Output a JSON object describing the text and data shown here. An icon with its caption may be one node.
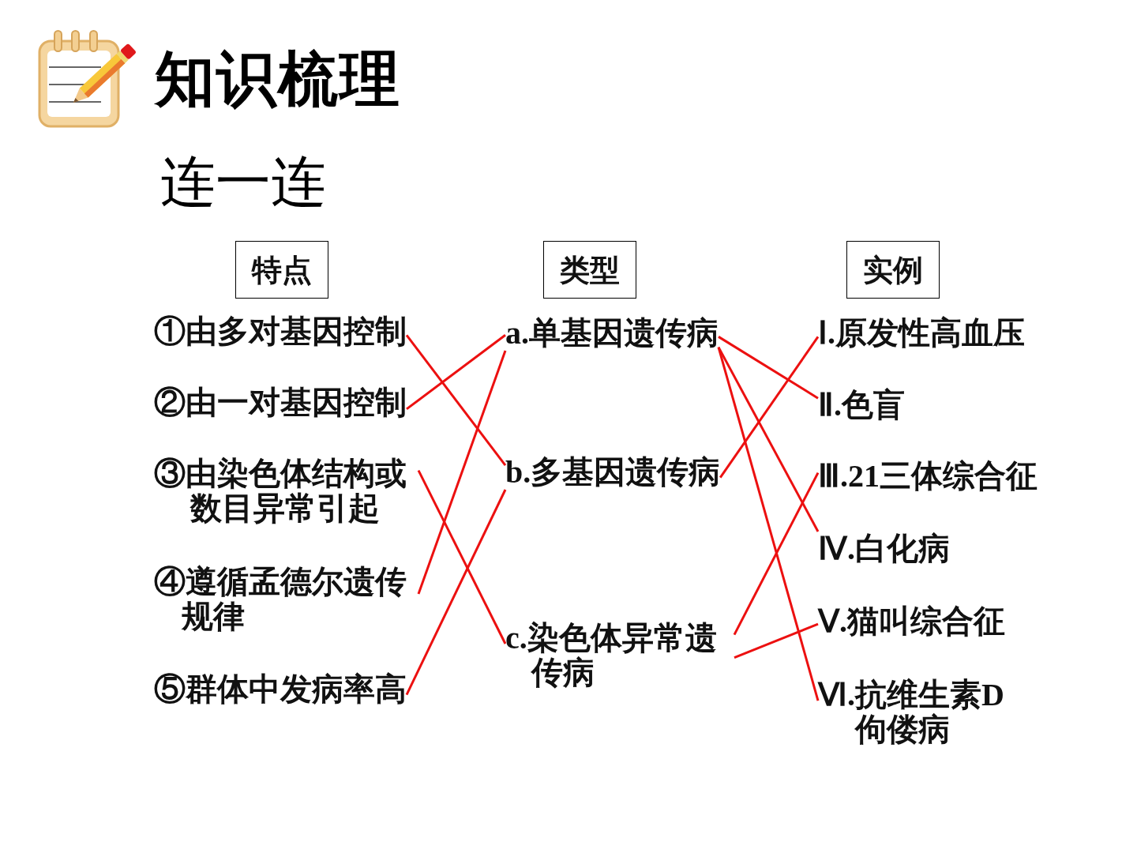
{
  "diagram": {
    "title": "知识梳理",
    "nodes": [
      {
        "text": [
          "特点"
        ]
      },
      {
        "text": [
          "类型"
        ]
      },
      {
        "text": [
          "实例"
        ]
      },
      {
        "text": [
          "①由多对基因控制"
        ]
      },
      {
        "text": [
          "②由一对基因控制"
        ]
      },
      {
        "text": [
          "③由染色体结构或数目异常引起"
        ]
      },
      {
        "text": [
          "④遵循孟德尔遗传规律"
        ]
      },
      {
        "text": [
          "⑤群体中发病率高"
        ]
      },
      {
        "text": [
          "a.单基因遗传病"
        ]
      },
      {
        "text": [
          "b.多基因遗传病"
        ]
      },
      {
        "text": [
          "c.染色体异常遗传病"
        ]
      },
      {
        "text": [
          "Ⅰ.原发性高血压"
        ]
      },
      {
        "text": [
          "Ⅱ.色盲"
        ]
      },
      {
        "text": [
          "Ⅲ.21三体综合征"
        ]
      },
      {
        "text": [
          "Ⅳ.白化病"
        ]
      },
      {
        "text": [
          "Ⅴ.猫叫综合征"
        ]
      },
      {
        "text": [
          "Ⅵ.抗维生素D佝偻病"
        ]
      }
    ],
    "edges": [
      {
        "from": 3,
        "to": 9,
        "arrow": "none"
      },
      {
        "from": 4,
        "to": 8,
        "arrow": "none"
      },
      {
        "from": 5,
        "to": 10,
        "arrow": "none"
      },
      {
        "from": 6,
        "to": 8,
        "arrow": "none"
      },
      {
        "from": 7,
        "to": 9,
        "arrow": "none"
      },
      {
        "from": 8,
        "to": 12,
        "arrow": "none"
      },
      {
        "from": 8,
        "to": 14,
        "arrow": "none"
      },
      {
        "from": 8,
        "to": 16,
        "arrow": "none"
      },
      {
        "from": 9,
        "to": 11,
        "arrow": "none"
      },
      {
        "from": 10,
        "to": 13,
        "arrow": "none"
      },
      {
        "from": 10,
        "to": 15,
        "arrow": "none"
      }
    ],
    "labels": [
      "连一连"
    ]
  }
}
